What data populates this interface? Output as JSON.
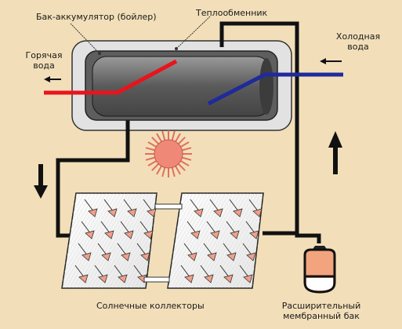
{
  "labels": {
    "boiler": "Бак-аккумулятор (бойлер)",
    "heat_exchanger": "Теплообменник",
    "hot_water_line1": "Горячая",
    "hot_water_line2": "вода",
    "cold_water_line1": "Холодная",
    "cold_water_line2": "вода",
    "collectors": "Солнечные коллекторы",
    "expansion_tank_line1": "Расширительный",
    "expansion_tank_line2": "мембранный бак"
  },
  "colors": {
    "background": "#f2dfb9",
    "hot_pipe": "#e8141c",
    "cold_pipe": "#1f2a9c",
    "circuit_pipe": "#111111",
    "tank_body": "#6f6f6f",
    "panel_arrow": "#f0a08a",
    "sun": "#f08878"
  },
  "icons": {
    "sun": "sun-icon",
    "flow_down": "arrow-down-icon",
    "flow_up": "arrow-up-icon"
  }
}
